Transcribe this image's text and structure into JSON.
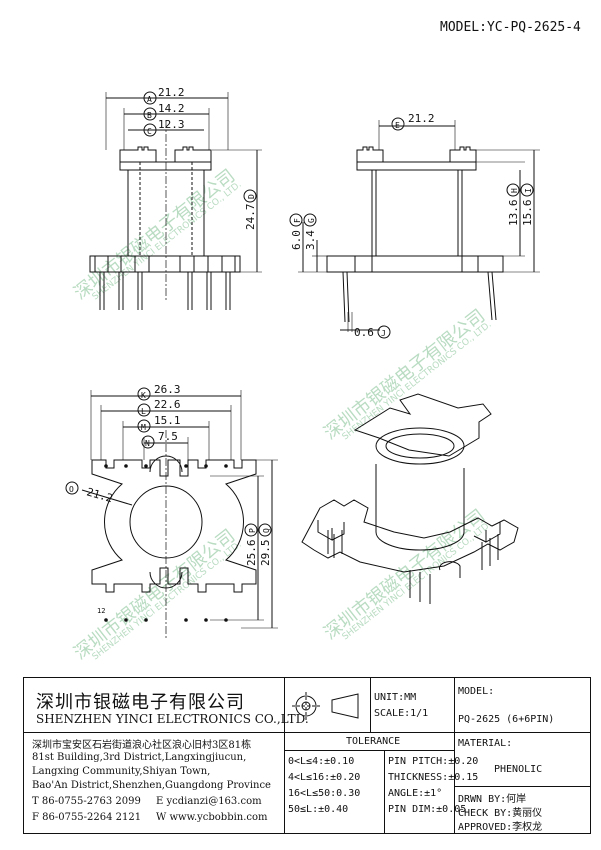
{
  "model_label": "MODEL:YC-PQ-2625-4",
  "dims": {
    "A": "21.2",
    "B": "14.2",
    "C": "12.3",
    "D": "24.7",
    "E": "21.2",
    "F": "6.0",
    "G": "3.4",
    "H": "13.6",
    "I": "15.6",
    "J": "0.6",
    "K": "26.3",
    "L": "22.6",
    "M": "15.1",
    "N": "7.5",
    "O": "21.2",
    "P": "25.6",
    "Q": "29.5",
    "letters": [
      "A",
      "B",
      "C",
      "D",
      "E",
      "F",
      "G",
      "H",
      "I",
      "J",
      "K",
      "L",
      "M",
      "N",
      "O",
      "P",
      "Q"
    ],
    "small_label": "12"
  },
  "watermark": {
    "cn": "深圳市银磁电子有限公司",
    "en": "SHENZHEN YINCI ELECTRONICS CO., LTD."
  },
  "title_block": {
    "company_cn": "深圳市银磁电子有限公司",
    "company_en": "SHENZHEN YINCI ELECTRONICS CO.,LTD.",
    "unit": "UNIT:MM",
    "scale": "SCALE:1/1",
    "model_label": "MODEL:",
    "model_value": "PQ-2625 (6+6PIN)",
    "address": [
      "深圳市宝安区石岩街道浪心社区浪心旧村3区81栋",
      "81st Building,3rd District,Langxingjiucun,",
      "Langxing Community,Shiyan Town,",
      "Bao'An District,Shenzhen,Guangdong Province"
    ],
    "tel": "T 86-0755-2763 2099",
    "email": "E ycdianzi@163.com",
    "fax": "F 86-0755-2264 2121",
    "web": "W www.ycbobbin.com",
    "tolerance_title": "TOLERANCE",
    "tolerance_rows": [
      "0<L≤4:±0.10",
      "4<L≤16:±0.20",
      "16<L≤50:0.30",
      "50≤L:±0.40"
    ],
    "pin_specs": [
      "PIN PITCH:±0.20",
      "THICKNESS:±0.15",
      "ANGLE:±1°",
      "PIN DIM:±0.05"
    ],
    "material_label": "MATERIAL:",
    "material_value": "PHENOLIC",
    "drawn": "DRWN BY:何岸",
    "checked": "CHECK BY:黄丽仪",
    "approved": "APPROVED:李权龙"
  }
}
